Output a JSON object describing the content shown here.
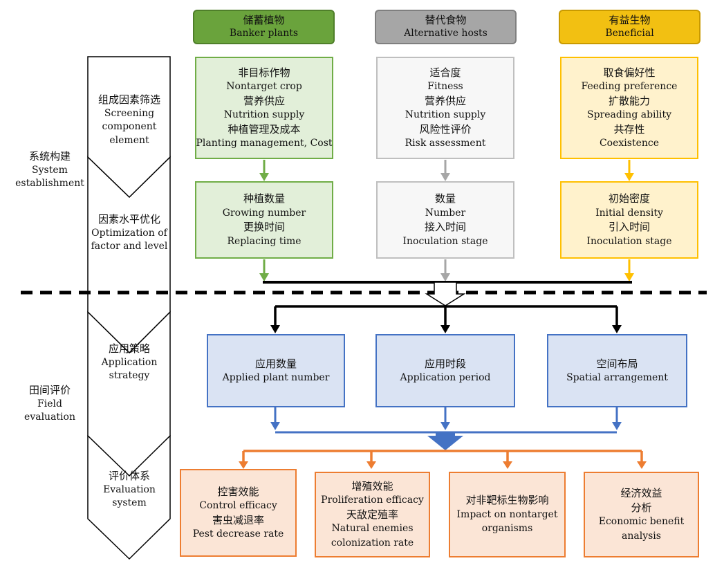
{
  "headers": [
    {
      "zh": "储蓄植物",
      "en": "Banker plants"
    },
    {
      "zh": "替代食物",
      "en": "Alternative hosts"
    },
    {
      "zh": "有益生物",
      "en": "Beneficial"
    }
  ],
  "screening": [
    [
      "非目标作物",
      "Nontarget crop",
      "营养供应",
      "Nutrition supply",
      "种植管理及成本",
      "Planting management, Cost"
    ],
    [
      "适合度",
      "Fitness",
      "营养供应",
      "Nutrition supply",
      "风险性评价",
      "Risk assessment"
    ],
    [
      "取食偏好性",
      "Feeding preference",
      "扩散能力",
      "Spreading ability",
      "共存性",
      "Coexistence"
    ]
  ],
  "optimization": [
    [
      "种植数量",
      "Growing number",
      "更换时间",
      "Replacing time"
    ],
    [
      "数量",
      "Number",
      "接入时间",
      "Inoculation stage"
    ],
    [
      "初始密度",
      "Initial density",
      "引入时间",
      "Inoculation stage"
    ]
  ],
  "strategy": [
    {
      "zh": "应用数量",
      "en": "Applied plant number"
    },
    {
      "zh": "应用时段",
      "en": "Application period"
    },
    {
      "zh": "空间布局",
      "en": "Spatial arrangement"
    }
  ],
  "evaluation": [
    [
      "控害效能",
      "Control efficacy",
      "害虫减退率",
      "Pest decrease rate"
    ],
    [
      "增殖效能",
      "Proliferation efficacy",
      "天敌定殖率",
      "Natural enemies",
      "colonization rate"
    ],
    [
      "对非靶标生物影响",
      "Impact on nontarget",
      "organisms"
    ],
    [
      "经济效益",
      "分析",
      "Economic benefit",
      "analysis"
    ]
  ],
  "chevrons": [
    [
      "组成因素筛选",
      "Screening",
      "component",
      "element"
    ],
    [
      "因素水平优化",
      "Optimization of",
      "factor and level"
    ],
    [
      "应用策略",
      "Application",
      "strategy"
    ],
    [
      "评价体系",
      "Evaluation",
      "system"
    ]
  ],
  "phases": [
    [
      "系统构建",
      "System",
      "establishment"
    ],
    [
      "田间评价",
      "Field",
      "evaluation"
    ]
  ],
  "colors": {
    "green": "#70ad47",
    "gray": "#a6a6a6",
    "gold": "#ffc000",
    "blue": "#4472c4",
    "orange": "#ed7d31",
    "black": "#000000"
  }
}
